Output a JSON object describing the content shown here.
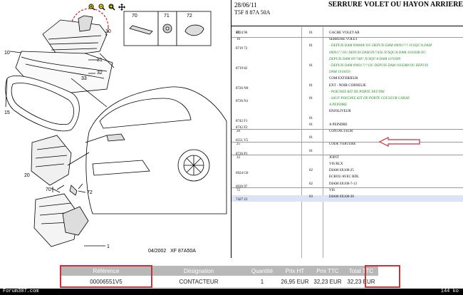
{
  "diagram": {
    "icons": [
      "zoom-in-icon",
      "zoom-out-icon",
      "zoom-fit-icon",
      "move-icon"
    ],
    "callouts": [
      "70",
      "71",
      "72",
      "30",
      "10",
      "31",
      "32",
      "15",
      "33",
      "1"
    ],
    "inset_labels": [
      "70",
      "71",
      "72"
    ],
    "caption": "04/2002   XF 87A50A"
  },
  "parts": {
    "date": "28/06/11",
    "title": "SERRURE VOLET OU HAYON ARRIERE",
    "model": "T5F 8 87A 50A",
    "rows": [
      {
        "no": "01",
        "ref": "8724 96",
        "qty": "01",
        "desc": "GACHE VOLET AR"
      },
      {
        "no": "10",
        "ref": "",
        "qty": "",
        "desc": "SERRURE VOLET"
      },
      {
        "no": "",
        "ref": "8719 72",
        "qty": "01",
        "desc": "- DEPUIS DAM 09084W OU DEPUIS DAM 09091??? JUSQU'A DAM"
      },
      {
        "no": "",
        "ref": "",
        "qty": "",
        "desc": "09091?? OU DEPUIS DAM 09??456 JUSQU'A DAM 1010308 OU"
      },
      {
        "no": "",
        "ref": "",
        "qty": "",
        "desc": "DEPUIS DAM 09??48? JUSQU'A DAM 10?0589"
      },
      {
        "no": "",
        "ref": "8719 82",
        "qty": "01",
        "desc": "- DEPUIS DAM 09091??? OU DEPUIS DAM 1010388 OU DEPUIS"
      },
      {
        "no": "",
        "ref": "",
        "qty": "",
        "desc": "DAM 1010459"
      },
      {
        "no": "",
        "ref": "",
        "qty": "",
        "desc": "COM EXTERIEUR"
      },
      {
        "no": "",
        "ref": "8726 N0",
        "qty": "01",
        "desc": "EXT - NOIR CORNELIE"
      },
      {
        "no": "",
        "ref": "",
        "qty": "",
        "desc": "- POIGNEE KIT DE PORTE NEUTRE"
      },
      {
        "no": "",
        "ref": "8726 N1",
        "qty": "01",
        "desc": "- SAUF POIGNEE KIT DE PORTE COULEUR CAISSE"
      },
      {
        "no": "",
        "ref": "",
        "qty": "",
        "desc": "A PEINDRE"
      },
      {
        "no": "",
        "ref": "",
        "qty": "",
        "desc": "ENJOLIVEUR"
      },
      {
        "no": "",
        "ref": "8742 F1",
        "qty": "01",
        "desc": ""
      },
      {
        "no": "",
        "ref": "8742 F2",
        "qty": "01",
        "desc": "A PEINDRE"
      },
      {
        "no": "20",
        "ref": "",
        "qty": "",
        "desc": "CONTACTEUR"
      },
      {
        "no": "",
        "ref": "6551 V5",
        "qty": "01",
        "desc": ""
      },
      {
        "no": "25",
        "ref": "",
        "qty": "",
        "desc": "CODE VERTURE"
      },
      {
        "no": "",
        "ref": "8726 P1",
        "qty": "01",
        "desc": ""
      },
      {
        "no": "32",
        "ref": "",
        "qty": "",
        "desc": "JOINT"
      },
      {
        "no": "",
        "ref": "",
        "qty": "",
        "desc": "VIS RLX"
      },
      {
        "no": "",
        "ref": "6924 G0",
        "qty": "02",
        "desc": "DIAM 6X100-25"
      },
      {
        "no": "",
        "ref": "",
        "qty": "",
        "desc": "ECROU AVEC RDL"
      },
      {
        "no": "",
        "ref": "6939 97",
        "qty": "02",
        "desc": "DIAM 6X100-7-13"
      },
      {
        "no": "72",
        "ref": "",
        "qty": "",
        "desc": "VIS"
      },
      {
        "no": "",
        "ref": "7427 23",
        "qty": "03",
        "desc": "DIAM 6X100-30"
      }
    ]
  },
  "order": {
    "headers": [
      "Référence",
      "Désignation",
      "Quantité",
      "Prix HT",
      "Prix TTC",
      "Total TTC"
    ],
    "row": [
      "00006551V5",
      "CONTACTEUR",
      "1",
      "26,95 EUR",
      "32,23 EUR",
      "32,23 EUR"
    ]
  },
  "footer": {
    "forum": "Forum307.com",
    "size": "144 ko"
  },
  "colors": {
    "highlight": "#c8323a",
    "header_bg": "#b8b8b8",
    "green_text": "#1a8a1a",
    "row_highlight": "#dbe4f4"
  }
}
